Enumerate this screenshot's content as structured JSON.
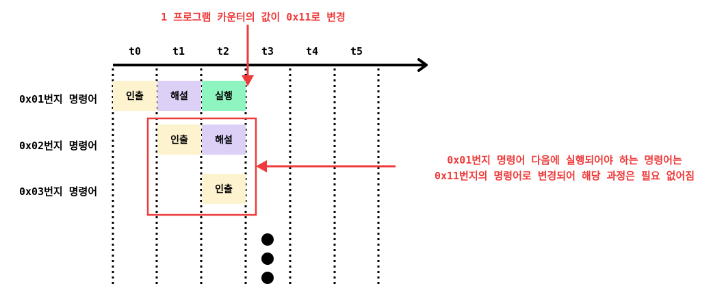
{
  "top_annotation": "1  프로그램 카운터의 값이 0x11로 변경",
  "time_ticks": [
    "t0",
    "t1",
    "t2",
    "t3",
    "t4",
    "t5"
  ],
  "rows": [
    {
      "label": "0x01번지 명령어",
      "cells": [
        "인출",
        "해설",
        "실행"
      ]
    },
    {
      "label": "0x02번지 명령어",
      "cells": [
        "인출",
        "해설"
      ]
    },
    {
      "label": "0x03번지 명령어",
      "cells": [
        "인출"
      ]
    }
  ],
  "side_note": {
    "line1": "0x01번지 명령어 다음에 실행되어야 하는 명령어는",
    "line2": "0x11번지의 명령어로 변경되어 해당 과정은 필요 없어짐"
  },
  "colors": {
    "fetch": "#fdf3cf",
    "decode": "#ddd0f7",
    "execute": "#8ff5c0",
    "accent_red": "#ee3a3a",
    "axis": "#000000"
  },
  "continuation_icon": "vertical-ellipsis-dots"
}
